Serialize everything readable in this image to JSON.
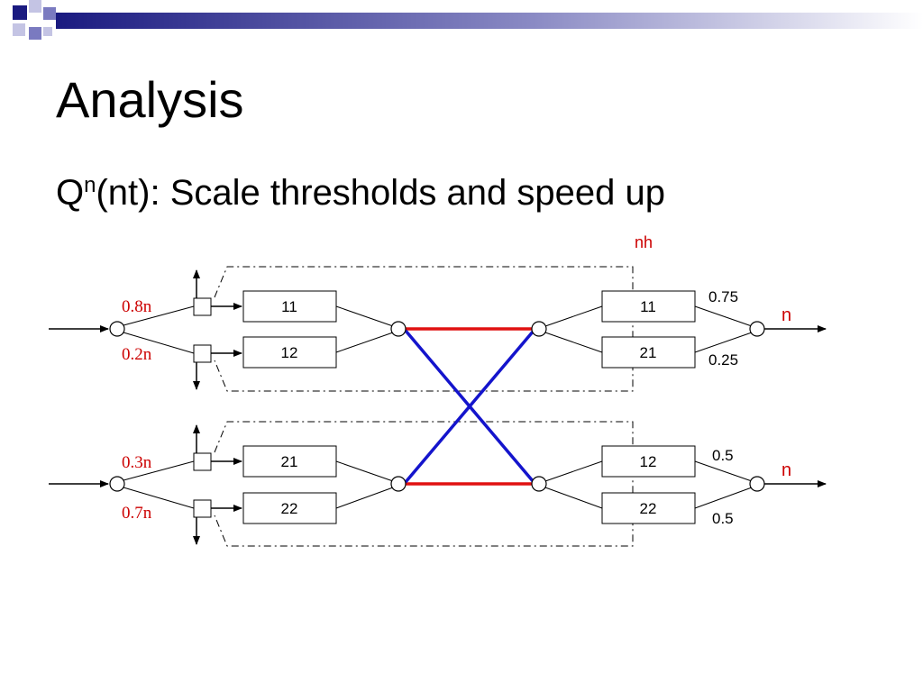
{
  "slide": {
    "title": "Analysis",
    "subtitle_prefix": "Q",
    "subtitle_sup": "n",
    "subtitle_rest": "(nt):  Scale thresholds and speed up"
  },
  "diagram": {
    "top_label": "nh",
    "input_rates": {
      "a": "0.8n",
      "b": "0.2n",
      "c": "0.3n",
      "d": "0.7n"
    },
    "left_queues": [
      "11",
      "12",
      "21",
      "22"
    ],
    "right_queues": [
      "11",
      "21",
      "12",
      "22"
    ],
    "right_probs": [
      "0.75",
      "0.25",
      "0.5",
      "0.5"
    ],
    "output_labels": [
      "n",
      "n"
    ]
  },
  "colors": {
    "red_link": "#e01010",
    "blue_link": "#1414cc",
    "rate_label": "#cc0000",
    "deco_dark": "#1a1a80",
    "deco_mid": "#7a7ac0",
    "deco_light": "#c4c4e4"
  }
}
